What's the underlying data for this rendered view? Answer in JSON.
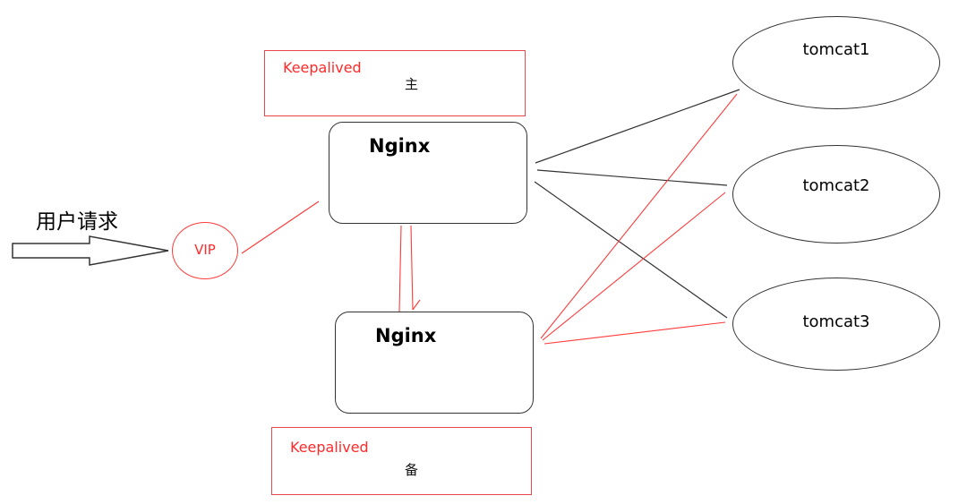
{
  "request": {
    "label": "用户请求"
  },
  "vip": {
    "label": "VIP"
  },
  "keepalived_primary": {
    "label": "Keepalived",
    "role": "主"
  },
  "keepalived_backup": {
    "label": "Keepalived",
    "role": "备"
  },
  "nginx_primary": {
    "label": "Nginx"
  },
  "nginx_backup": {
    "label": "Nginx"
  },
  "tomcats": [
    {
      "label": "tomcat1"
    },
    {
      "label": "tomcat2"
    },
    {
      "label": "tomcat3"
    }
  ],
  "colors": {
    "active_link": "#333333",
    "backup_link": "#ff3b3b",
    "keepalived": "#e8474e"
  }
}
